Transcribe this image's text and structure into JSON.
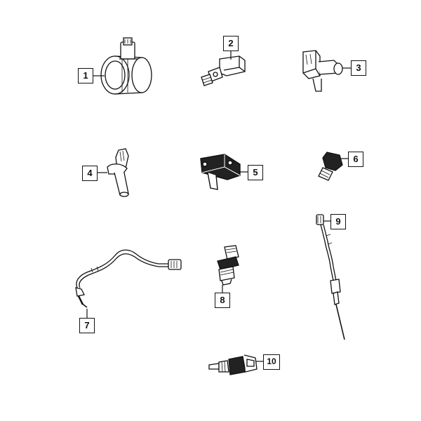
{
  "diagram": {
    "callouts": [
      {
        "number": "1",
        "part_icon": "mass-air-flow-sensor"
      },
      {
        "number": "2",
        "part_icon": "pressure-switch-sensor"
      },
      {
        "number": "3",
        "part_icon": "camshaft-position-sensor"
      },
      {
        "number": "4",
        "part_icon": "crankshaft-position-sensor"
      },
      {
        "number": "5",
        "part_icon": "map-sensor"
      },
      {
        "number": "6",
        "part_icon": "temperature-sensor"
      },
      {
        "number": "7",
        "part_icon": "exhaust-temperature-sensor"
      },
      {
        "number": "8",
        "part_icon": "speed-sensor"
      },
      {
        "number": "9",
        "part_icon": "oxygen-sensor"
      },
      {
        "number": "10",
        "part_icon": "coolant-temperature-sensor"
      }
    ],
    "line_color": "#111111",
    "background_color": "#ffffff"
  }
}
